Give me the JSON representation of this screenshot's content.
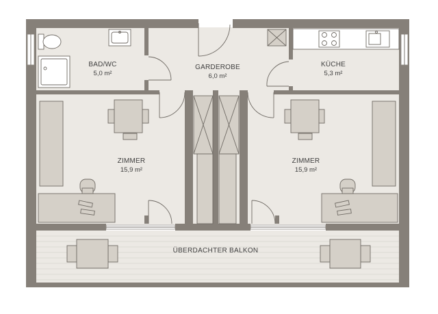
{
  "rooms": {
    "bad": {
      "name": "BAD/WC",
      "area": "5,0 m²"
    },
    "garderobe": {
      "name": "GARDEROBE",
      "area": "6,0 m²"
    },
    "kueche": {
      "name": "KÜCHE",
      "area": "5,3 m²"
    },
    "zimmer_left": {
      "name": "ZIMMER",
      "area": "15,9 m²"
    },
    "zimmer_right": {
      "name": "ZIMMER",
      "area": "15,9 m²"
    }
  },
  "balcony": {
    "name": "ÜBERDACHTER BALKON"
  },
  "colors": {
    "wall": "#868079",
    "floor": "#ece9e4",
    "furniture": "#d5d0c8",
    "line": "#6f6a64",
    "deck": "#ece9e4"
  }
}
